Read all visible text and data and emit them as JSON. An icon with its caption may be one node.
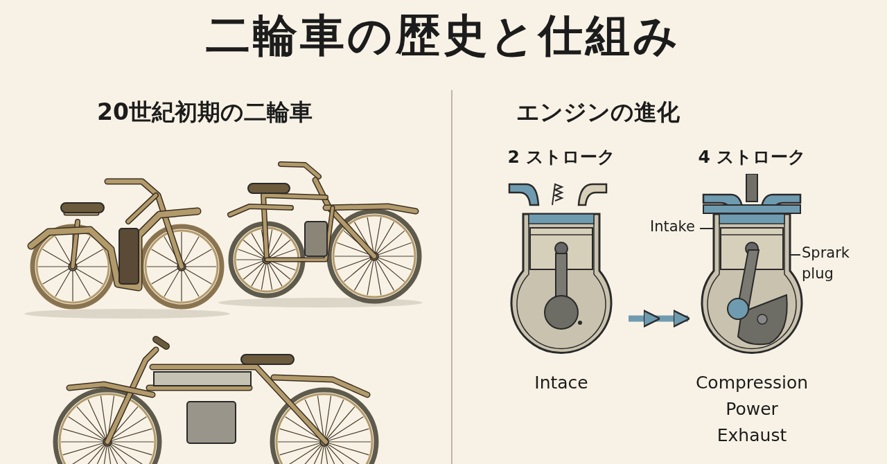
{
  "diagram": {
    "title": "二輪車の歴史と仕組み",
    "nodes": [
      {
        "text": [
          "2 ストローク"
        ],
        "beside": [
          "Intace"
        ]
      },
      {
        "text": [
          "4 ストローク"
        ],
        "beside": [
          "Compression",
          "Power",
          "Exhaust"
        ]
      },
      {
        "text": [
          "Intake"
        ]
      },
      {
        "text": [
          "Sprark plug"
        ]
      }
    ],
    "edges": [
      {
        "from": 0,
        "to": 1,
        "arrow": "to",
        "style": "thick",
        "color": "#6f9bb0"
      },
      {
        "from": 2,
        "to": 1,
        "arrow": "none"
      },
      {
        "from": 3,
        "to": 1,
        "arrow": "none"
      }
    ],
    "labels": [
      "20世紀初期の二輪車",
      "エンジンの進化"
    ]
  }
}
